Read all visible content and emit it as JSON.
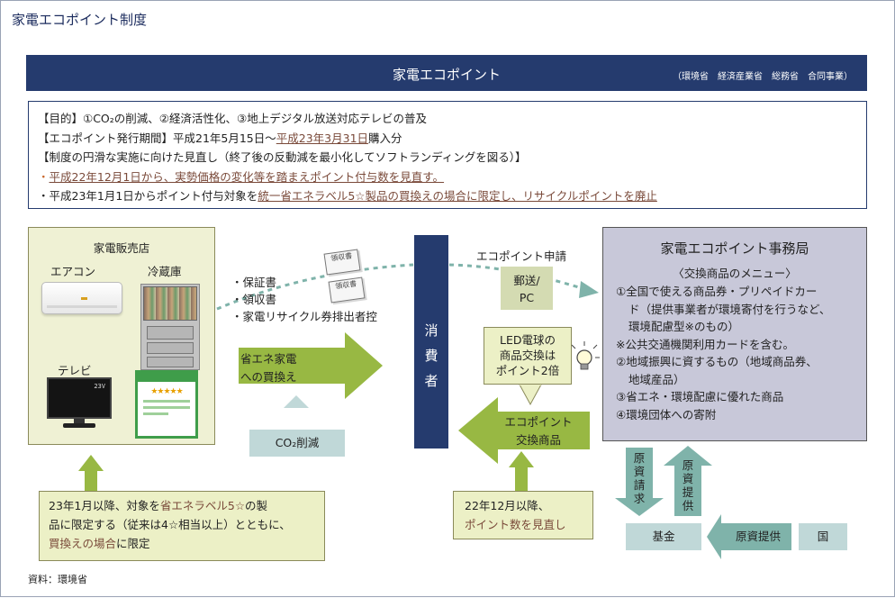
{
  "page_title": "家電エコポイント制度",
  "banner": {
    "title": "家電エコポイント",
    "ministries": "（環境省　経済産業省　総務省　合同事業）"
  },
  "info": {
    "purpose": "【目的】①CO₂の削減、②経済活性化、③地上デジタル放送対応テレビの普及",
    "period_prefix": "【エコポイント発行期間】平成21年5月15日〜",
    "period_end": "平成23年3月31日",
    "period_suffix": "購入分",
    "review_heading": "【制度の円滑な実施に向けた見直し（終了後の反動減を最小化してソフトランディングを図る）】",
    "bullet1": "・",
    "bullet1_text": "平成22年12月1日から、実勢価格の変化等を踏まえポイント付与数を見直す。",
    "bullet2_prefix": "・平成23年1月1日からポイント付与対象を",
    "bullet2_underlined": "統一省エネラベル5☆製品の買換えの場合に限定し、リサイクルポイントを廃止"
  },
  "store": {
    "title": "家電販売店",
    "aircon": "エアコン",
    "fridge": "冷蔵庫",
    "tv": "テレビ",
    "tv_screen_text": "23V",
    "eco_label_stars": "★★★★★"
  },
  "documents": {
    "items": [
      "・保証書",
      "・領収書",
      "・家電リサイクル券排出者控"
    ],
    "icon_label_1": "領収書",
    "icon_label_2": "領収書"
  },
  "consumer": {
    "label": "消費者"
  },
  "flows": {
    "replace": "省エネ家電\nへの買換え",
    "co2": "CO₂削減",
    "application": "エコポイント申請",
    "mail": "郵送/\nPC",
    "led": "LED電球の\n商品交換は\nポイント2倍",
    "exchange": "エコポイント\n交換商品"
  },
  "office": {
    "title": "家電エコポイント事務局",
    "menu_title": "〈交換商品のメニュー〉",
    "items": [
      {
        "text": "①全国で使える商品券・プリペイドカー",
        "indent": false
      },
      {
        "text": "ド（提供事業者が環境寄付を行うなど、",
        "indent": true
      },
      {
        "text": "環境配慮型※のもの）",
        "indent": true
      },
      {
        "text": "※公共交通機関利用カードを含む。",
        "indent": false
      },
      {
        "text": "②地域振興に資するもの（地域商品券、",
        "indent": false
      },
      {
        "text": "地域産品）",
        "indent": true
      },
      {
        "text": "③省エネ・環境配慮に優れた商品",
        "indent": false
      },
      {
        "text": "④環境団体への寄附",
        "indent": false
      }
    ]
  },
  "funding": {
    "request": "原資請求",
    "provide": "原資提供",
    "fund": "基金",
    "provide_arrow": "原資提供",
    "country": "国"
  },
  "notes": {
    "left_1": "23年1月以降、対象を",
    "left_1_hl": "省エネラベル5☆",
    "left_1_end": "の製",
    "left_2": "品に限定する（従来は4☆相当以上）とともに、",
    "left_3_hl": "買換えの場合",
    "left_3_end": "に限定",
    "right_1": "22年12月以降、",
    "right_2": "ポイント数を見直し"
  },
  "source": "資料：環境省",
  "colors": {
    "navy": "#253b6e",
    "olive_arrow": "#98b843",
    "teal_arrow": "#7fb3aa",
    "store_bg": "#eff1d4",
    "office_bg": "#c8c8d9",
    "highlight_text": "#7a4a3a"
  }
}
